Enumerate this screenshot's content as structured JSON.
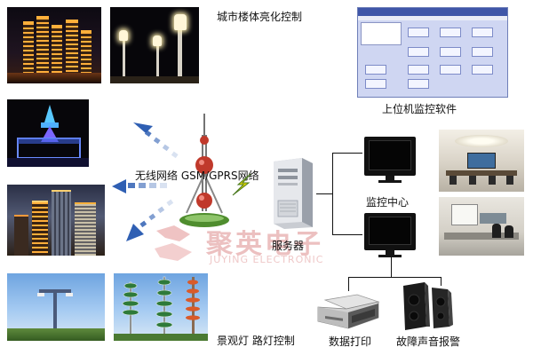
{
  "labels": {
    "city_lighting": "城市楼体亮化控制",
    "upper_software": "上位机监控软件",
    "network": "无线网络 GSM/GPRS网络",
    "server": "服务器",
    "monitor_center": "监控中心",
    "landscape_street": "景观灯 路灯控制",
    "data_print": "数据打印",
    "fault_alarm": "故障声音报警"
  },
  "watermark": {
    "cn": "聚英电子",
    "en": "JUYING ELECTRONIC"
  },
  "colors": {
    "arrow_blue": "#2f5fb3",
    "arrow_light": "#a8c4e6",
    "lightning": "#e6d800",
    "line": "#111111",
    "watermark": "#e8b4b4"
  },
  "icons": {
    "tower": "oriental-pearl-tv-tower",
    "server": "tower-server",
    "printer": "printer",
    "speaker": "speaker-pair",
    "signal": "lightning-bolt"
  }
}
